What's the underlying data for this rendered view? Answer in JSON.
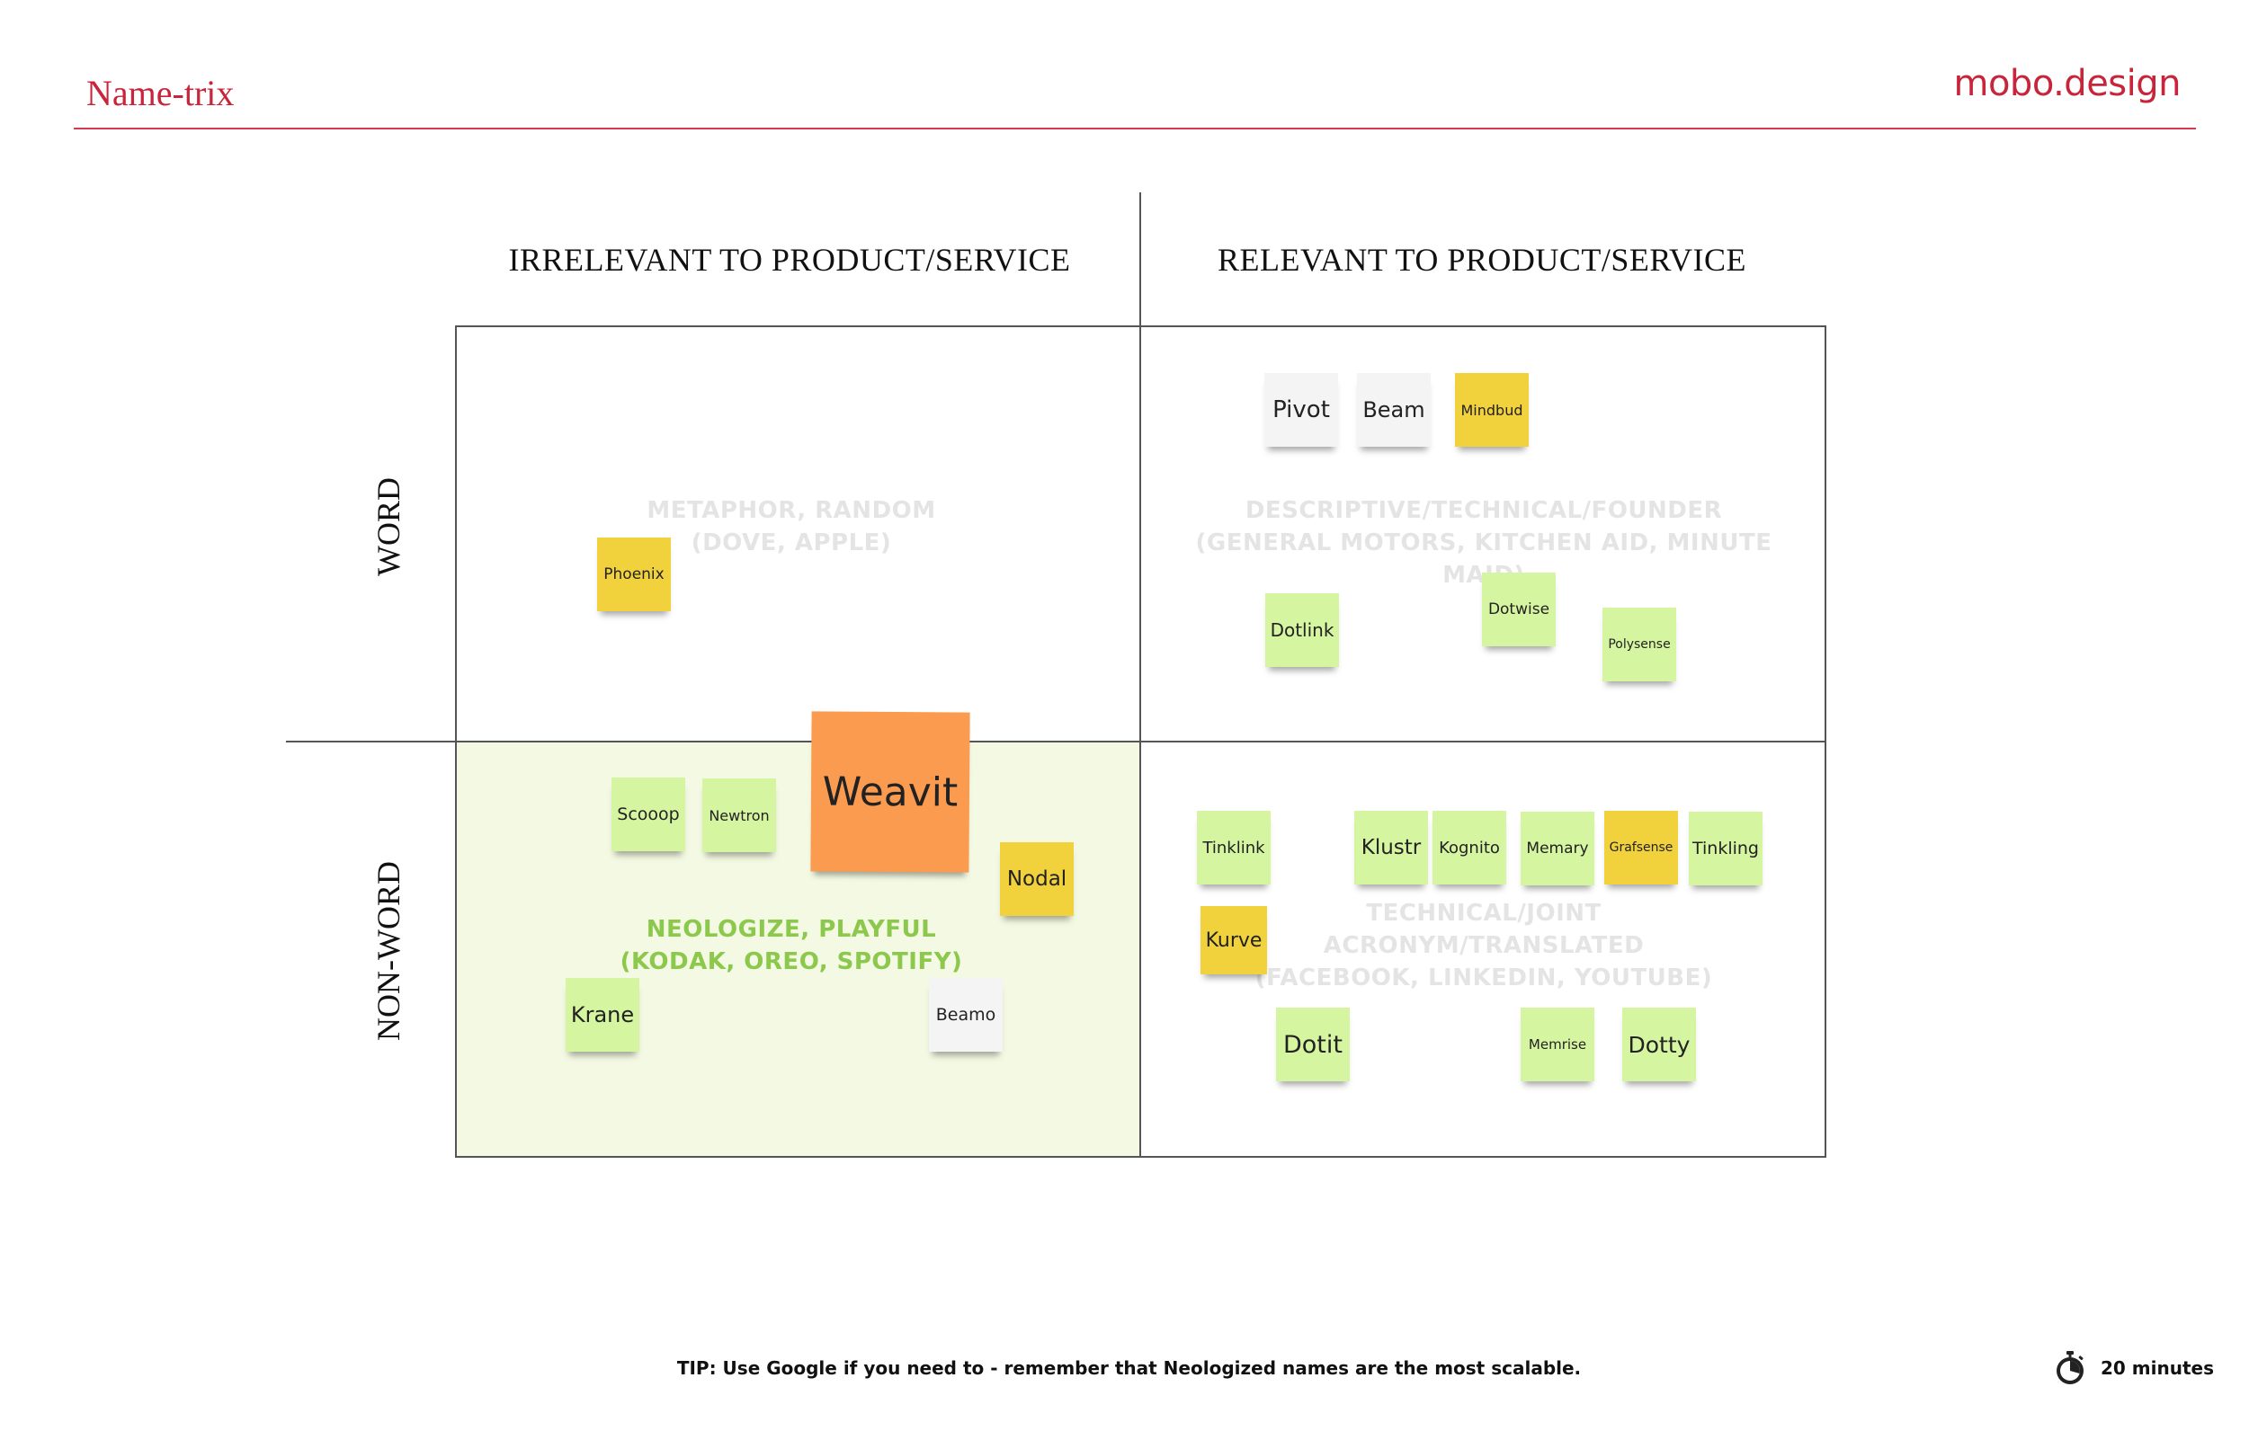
{
  "header": {
    "title": "Name-trix",
    "brand": "mobo.design"
  },
  "columns": {
    "left": "IRRELEVANT TO PRODUCT/SERVICE",
    "right": "RELEVANT TO PRODUCT/SERVICE"
  },
  "rows": {
    "top": "WORD",
    "bottom": "NON-WORD"
  },
  "quadrants": {
    "top_left": {
      "line1": "METAPHOR, RANDOM",
      "line2": "(DOVE, APPLE)"
    },
    "top_right": {
      "line1": "DESCRIPTIVE/TECHNICAL/FOUNDER",
      "line2": "(GENERAL MOTORS, KITCHEN AID, MINUTE MAID)"
    },
    "bottom_left": {
      "line1": "NEOLOGIZE, PLAYFUL",
      "line2": "(KODAK, OREO, SPOTIFY)"
    },
    "bottom_right": {
      "line1": "TECHNICAL/JOINT",
      "line2": "ACRONYM/TRANSLATED",
      "line3": "(FACEBOOK, LINKEDIN, YOUTUBE)"
    }
  },
  "stickies": {
    "phoenix": "Phoenix",
    "pivot": "Pivot",
    "beam": "Beam",
    "mindbud": "Mindbud",
    "dotlink": "Dotlink",
    "dotwise": "Dotwise",
    "polysense": "Polysense",
    "scooop": "Scooop",
    "newtron": "Newtron",
    "weavit": "Weavit",
    "nodal": "Nodal",
    "krane": "Krane",
    "beamo": "Beamo",
    "tinklink": "Tinklink",
    "klustr": "Klustr",
    "kognito": "Kognito",
    "memary": "Memary",
    "grafsense": "Grafsense",
    "tinkling": "Tinkling",
    "kurve": "Kurve",
    "dotit": "Dotit",
    "memrise": "Memrise",
    "dotty": "Dotty"
  },
  "colors": {
    "accent": "#c8243a",
    "sticky_green": "#d6f5a0",
    "sticky_yellow": "#f2d23c",
    "sticky_white": "#f4f4f5",
    "sticky_orange": "#fb9b50",
    "neologize_text": "#8cc84b"
  },
  "footer": {
    "tip": "TIP: Use Google if you need to - remember that Neologized names are the most scalable.",
    "timer_icon": "stopwatch-icon",
    "timer_label": "20 minutes"
  }
}
